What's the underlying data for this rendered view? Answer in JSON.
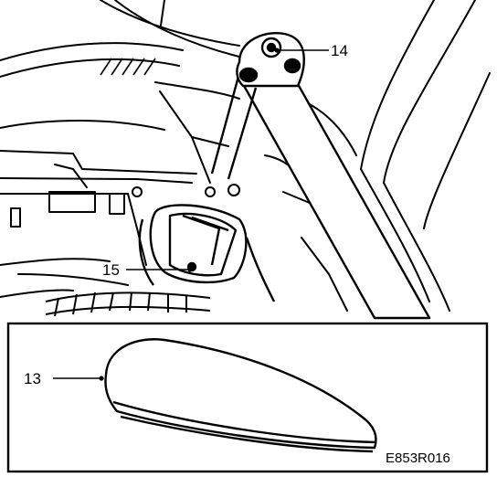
{
  "figure": {
    "code": "E853R016",
    "colors": {
      "ink": "#000000",
      "paper": "#ffffff"
    }
  },
  "callouts": [
    {
      "id": "c13",
      "label": "13"
    },
    {
      "id": "c14",
      "label": "14"
    },
    {
      "id": "c15",
      "label": "15"
    }
  ]
}
